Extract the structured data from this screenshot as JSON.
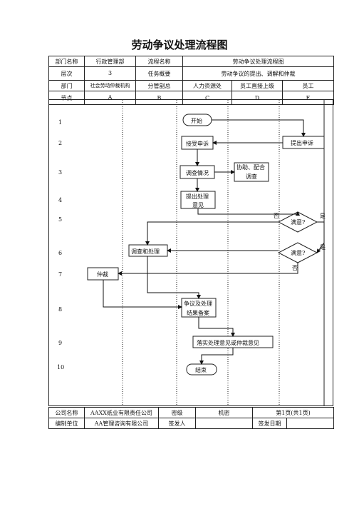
{
  "title": "劳动争议处理流程图",
  "header": {
    "row1": [
      "部门名称",
      "行政管理部",
      "流程名称",
      "劳动争议处理流程图"
    ],
    "row2": [
      "层次",
      "3",
      "任务概要",
      "劳动争议的提出、调解和仲裁"
    ],
    "row3": [
      "部门",
      "社会劳动仲裁机构",
      "分管副总",
      "人力资源处",
      "员工直接上级",
      "员工"
    ],
    "row4": [
      "节点",
      "A",
      "B",
      "C",
      "D",
      "E"
    ]
  },
  "node_numbers": [
    "1",
    "2",
    "3",
    "4",
    "5",
    "6",
    "7",
    "8",
    "9",
    "10"
  ],
  "flow": {
    "start": "开始",
    "submit": "提出申诉",
    "accept": "接受申诉",
    "investigate": "调查情况",
    "assist_1": "协助、配合",
    "assist_2": "调查",
    "propose_1": "提出处理",
    "propose_2": "意见",
    "satisfied_1": "满意?",
    "satisfied_2": "满意?",
    "no_1": "否",
    "yes_1": "是",
    "yes_2": "是",
    "no_2": "否",
    "vp_handle": "调查和处理",
    "arbitration": "仲裁",
    "archive_1": "争议及处理",
    "archive_2": "结果备案",
    "implement": "落实处理意见或仲裁意见",
    "end": "结束"
  },
  "footer": {
    "row1": [
      "公司名称",
      "AAXX纸业有限责任公司",
      "密级",
      "机密",
      "第1页(共1页)"
    ],
    "row2": [
      "编制单位",
      "AA管理咨询有限公司",
      "签发人",
      "",
      "签发日期",
      ""
    ]
  }
}
